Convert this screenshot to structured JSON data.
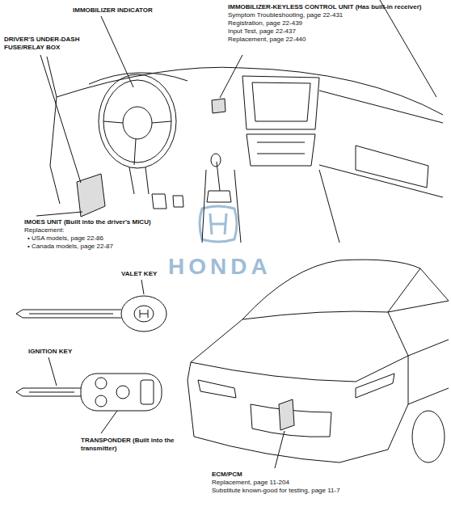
{
  "diagram": {
    "labels": [
      "IMMOBILIZER INDICATOR",
      "IMMOBILIZER-KEYLESS CONTROL UNIT (Has built-in receiver)",
      "Symptom Troubleshooting, page 22-431",
      "Registration, page 22-439",
      "Input Test, page 22-437",
      "Replacement, page 22-440",
      "DRIVER'S UNDER-DASH FUSE/RELAY BOX",
      "IMOES UNIT (Built into the driver's MICU)",
      "Replacement:",
      "• USA models, page 22-86",
      "• Canada models, page 22-87",
      "VALET KEY",
      "IGNITION KEY",
      "TRANSPONDER (Built into the transmitter)",
      "ECM/PCM",
      "Replacement, page 11-204",
      "Substitute known-good for testing, page 11-7",
      "HONDA"
    ]
  }
}
